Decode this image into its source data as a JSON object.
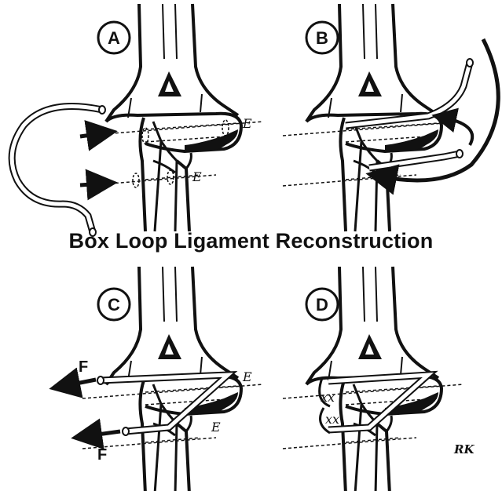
{
  "title": "Box Loop Ligament Reconstruction",
  "panels": [
    {
      "id": "A",
      "label": "A"
    },
    {
      "id": "B",
      "label": "B"
    },
    {
      "id": "C",
      "label": "C",
      "force_labels": [
        "F",
        "F"
      ]
    },
    {
      "id": "D",
      "label": "D"
    }
  ],
  "axis_marks": [
    "E",
    "E",
    "E",
    "E"
  ],
  "signature": "RK",
  "colors": {
    "ink": "#111111",
    "paper": "#ffffff"
  }
}
